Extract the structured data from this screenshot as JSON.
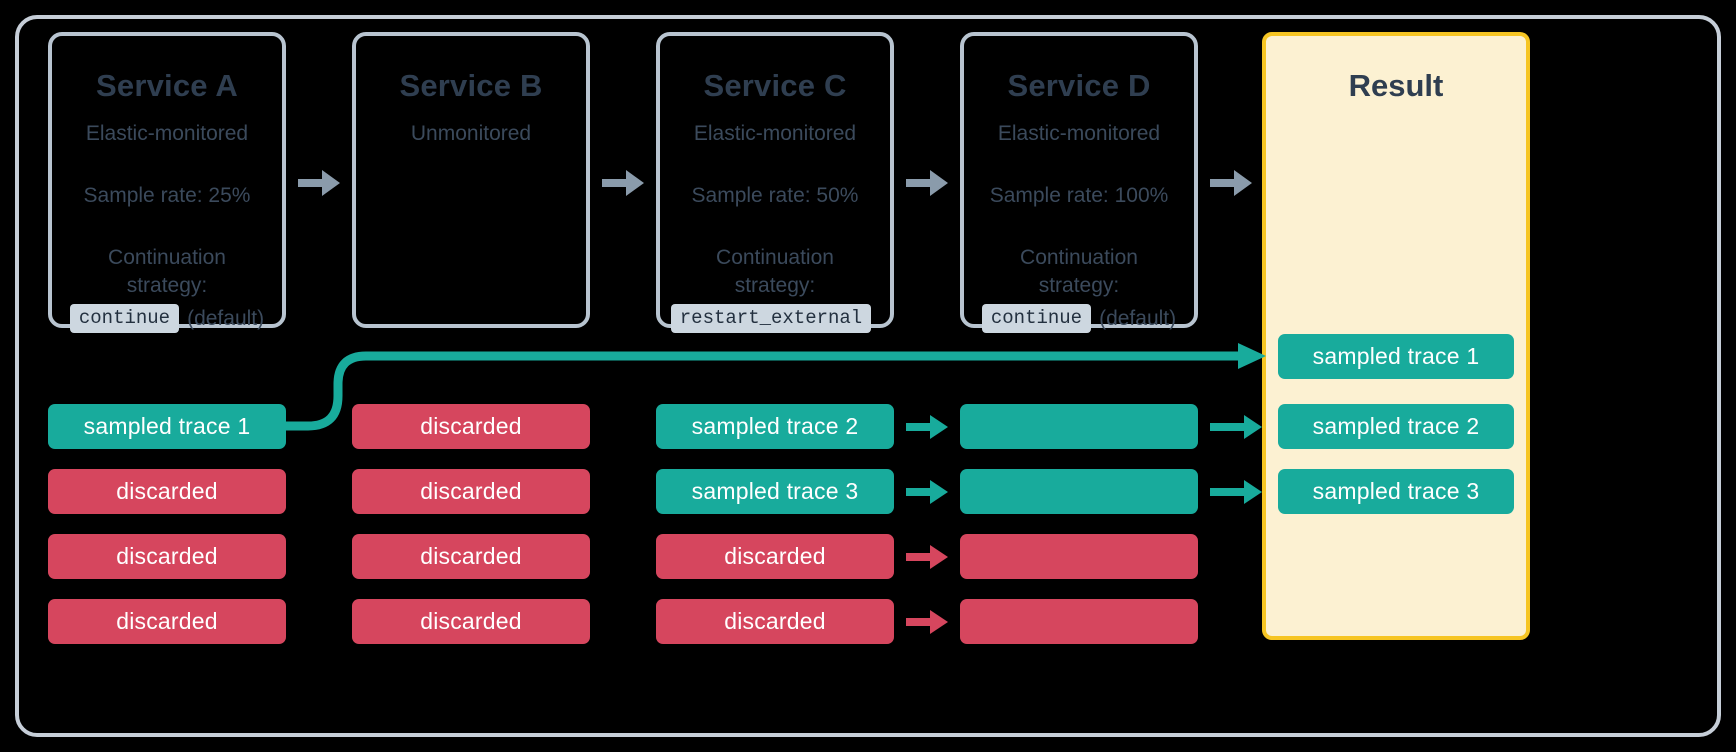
{
  "diagram": {
    "title": "Distributed tracing sampling across services",
    "colors": {
      "sampled": "#18ab9c",
      "discarded": "#d6465e",
      "result_border": "#f6c523",
      "result_fill": "#fcf1d2",
      "box_border": "#b8c4d0",
      "text": "#3b4a5c",
      "step_arrow": "#8a9bab"
    }
  },
  "services": [
    {
      "name": "Service A",
      "monitoring": "Elastic-monitored",
      "sample_rate": "Sample rate: 25%",
      "continuation_label": "Continuation strategy:",
      "strategy_code": "continue",
      "strategy_note": "(default)"
    },
    {
      "name": "Service B",
      "monitoring": "Unmonitored",
      "sample_rate": "",
      "continuation_label": "",
      "strategy_code": "",
      "strategy_note": ""
    },
    {
      "name": "Service C",
      "monitoring": "Elastic-monitored",
      "sample_rate": "Sample rate: 50%",
      "continuation_label": "Continuation strategy:",
      "strategy_code": "restart_external",
      "strategy_note": ""
    },
    {
      "name": "Service D",
      "monitoring": "Elastic-monitored",
      "sample_rate": "Sample rate: 100%",
      "continuation_label": "Continuation strategy:",
      "strategy_code": "continue",
      "strategy_note": "(default)"
    }
  ],
  "result": {
    "title": "Result",
    "traces": [
      {
        "label": "sampled trace 1",
        "state": "sampled"
      },
      {
        "label": "sampled trace 2",
        "state": "sampled"
      },
      {
        "label": "sampled trace 3",
        "state": "sampled"
      }
    ]
  },
  "columns": [
    {
      "service": "Service A",
      "rows": [
        {
          "label": "sampled trace 1",
          "state": "sampled"
        },
        {
          "label": "discarded",
          "state": "discarded"
        },
        {
          "label": "discarded",
          "state": "discarded"
        },
        {
          "label": "discarded",
          "state": "discarded"
        }
      ]
    },
    {
      "service": "Service B",
      "rows": [
        {
          "label": "discarded",
          "state": "discarded"
        },
        {
          "label": "discarded",
          "state": "discarded"
        },
        {
          "label": "discarded",
          "state": "discarded"
        },
        {
          "label": "discarded",
          "state": "discarded"
        }
      ]
    },
    {
      "service": "Service C",
      "rows": [
        {
          "label": "sampled trace 2",
          "state": "sampled"
        },
        {
          "label": "sampled trace 3",
          "state": "sampled"
        },
        {
          "label": "discarded",
          "state": "discarded"
        },
        {
          "label": "discarded",
          "state": "discarded"
        }
      ]
    },
    {
      "service": "Service D",
      "rows": [
        {
          "label": "",
          "state": "sampled"
        },
        {
          "label": "",
          "state": "sampled"
        },
        {
          "label": "",
          "state": "discarded"
        },
        {
          "label": "",
          "state": "discarded"
        }
      ]
    }
  ]
}
